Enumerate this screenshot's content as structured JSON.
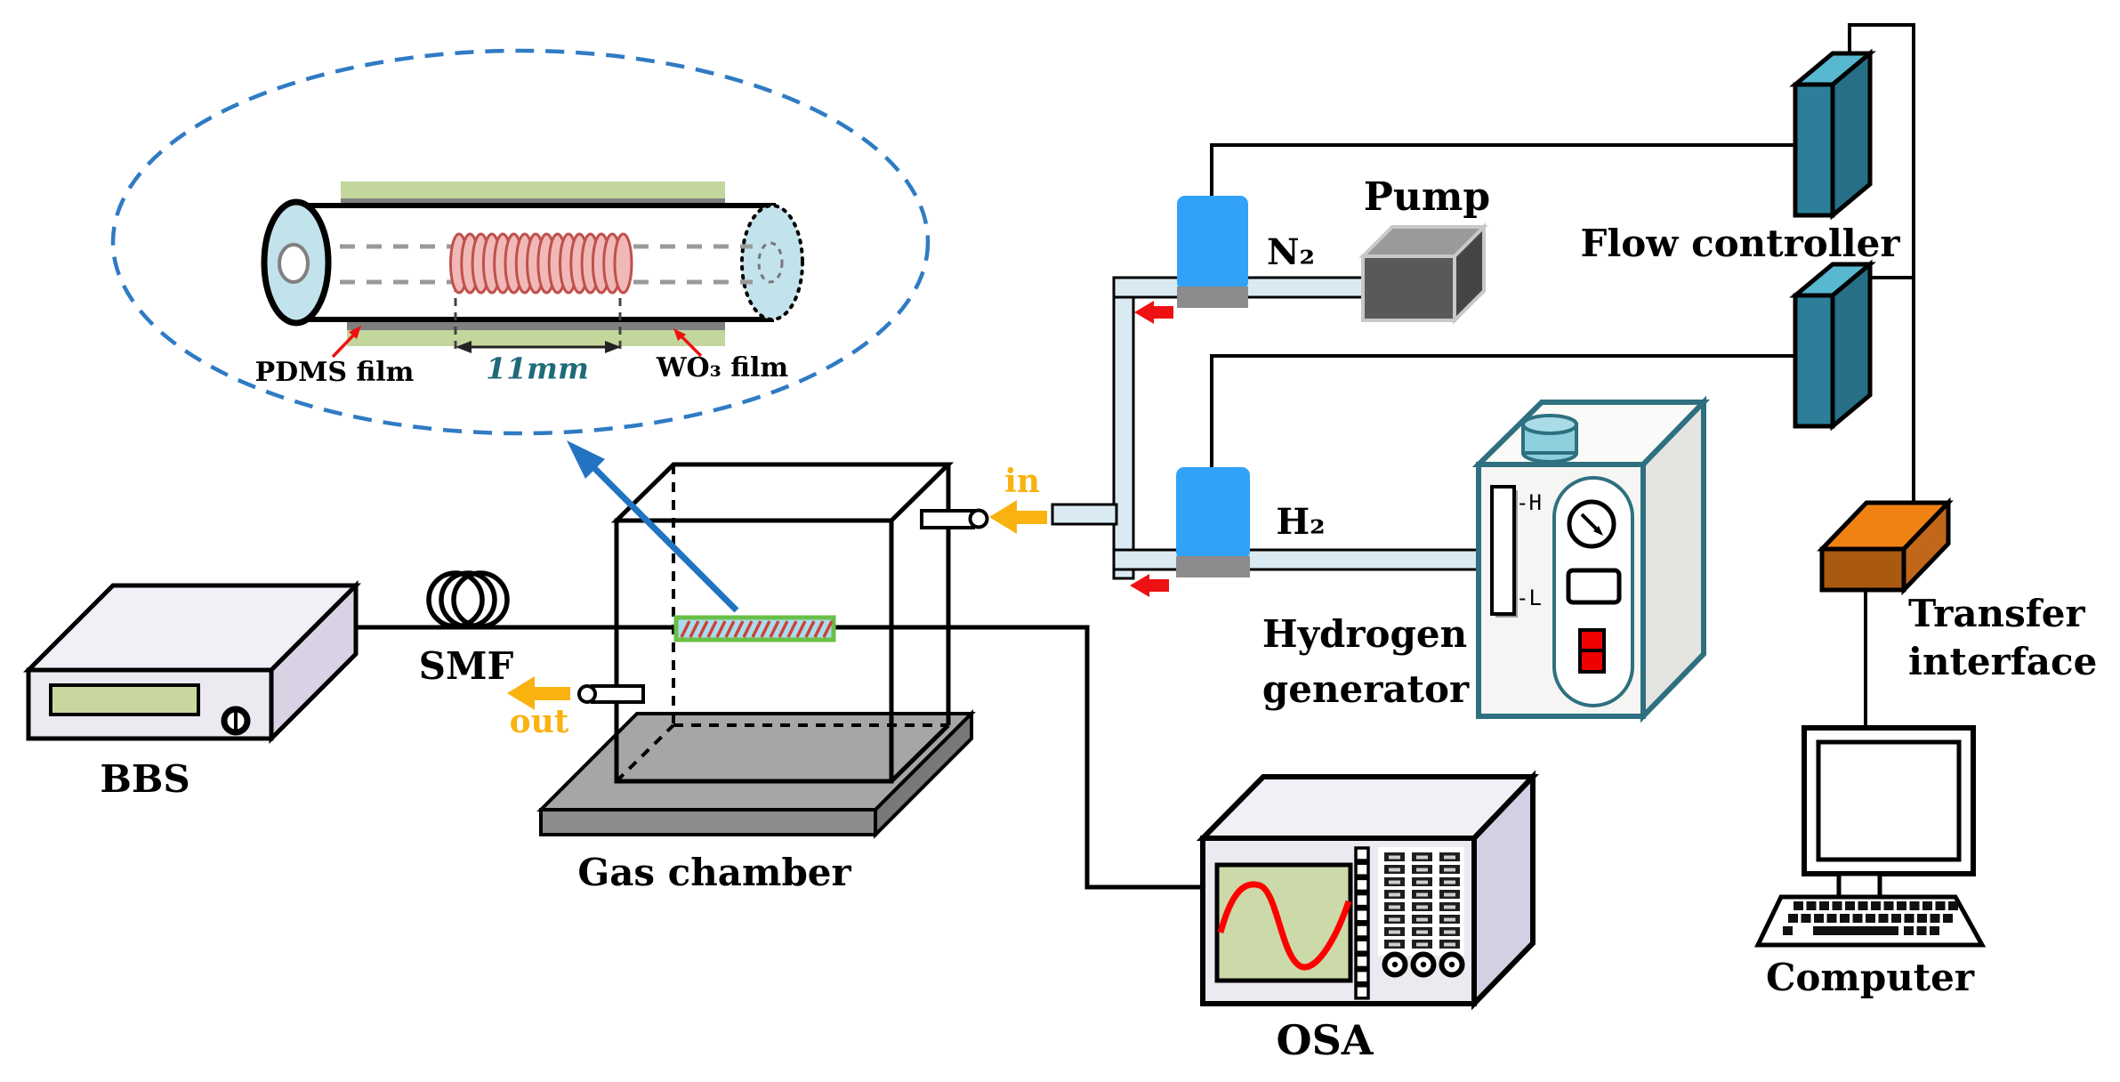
{
  "diagram": {
    "inset": {
      "pdms_film": "PDMS film",
      "wo3_film": "WO₃ film",
      "grating_length": "11mm"
    },
    "flow_markers": {
      "in": "in",
      "out": "out"
    },
    "components": {
      "bbs": "BBS",
      "smf": "SMF",
      "gas_chamber": "Gas chamber",
      "osa": "OSA",
      "pump": "Pump",
      "n2": "N₂",
      "h2": "H₂",
      "flow_controller": "Flow controller",
      "hydrogen_generator": [
        "Hydrogen",
        "generator"
      ],
      "transfer_interface": [
        "Transfer",
        "interface"
      ],
      "computer": "Computer"
    },
    "generator_gauge": {
      "high": "-H",
      "low": "-L"
    },
    "colors": {
      "pipe_fill": "#daeaf3",
      "valve_blue": "#31a2f8",
      "valve_base_gray": "#8c8c8c",
      "controller_teal_front": "#2d7f99",
      "controller_teal_top": "#57b8cf",
      "controller_teal_side": "#266f86",
      "transfer_orange_top": "#f08214",
      "transfer_orange_front": "#aa5a10",
      "transfer_orange_side": "#c2661a",
      "pump_gray": "#595959",
      "screen_green": "#ccd9a8",
      "film_green": "#c3d69b",
      "coil_red": "#c0504d",
      "sensor_fill": "#aadcf0",
      "sensor_border": "#6abf45",
      "arrow_yellow": "#f9b210",
      "arrow_red": "#ee1111",
      "arrow_blue": "#2273c2",
      "inset_dash_blue": "#2f7bc4",
      "generator_outline": "#2e7080",
      "cap_blue": "#c2e2ec",
      "device_lavender": "#ece9f1",
      "length_label_teal": "#1e6a78"
    }
  }
}
